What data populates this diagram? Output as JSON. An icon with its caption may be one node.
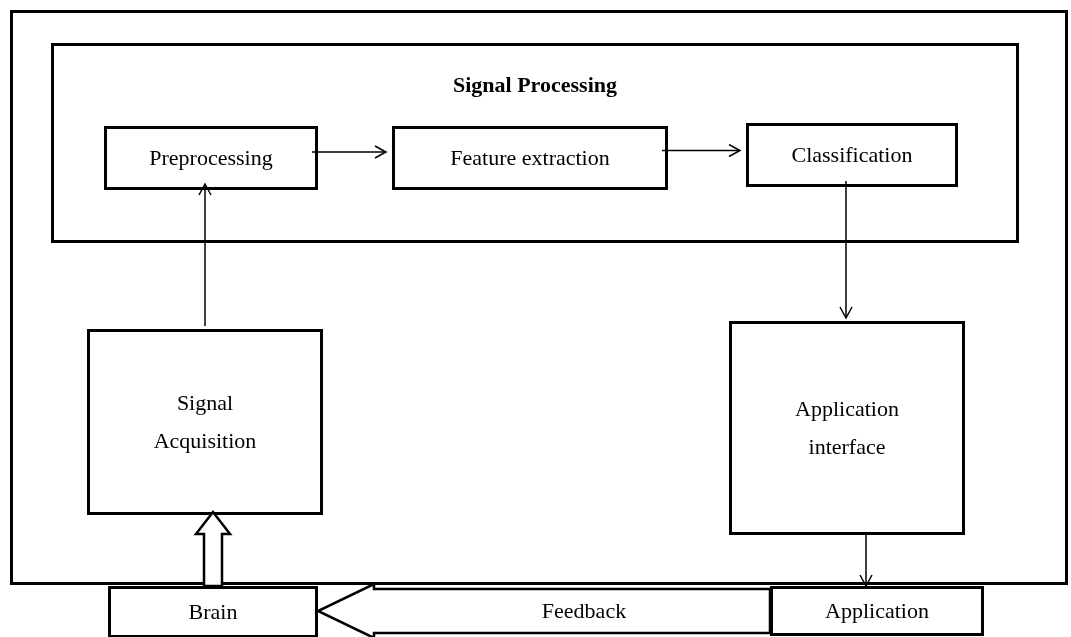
{
  "diagram": {
    "nodes": [
      {
        "text": [],
        "shape": "box"
      },
      {
        "text": [
          "Signal Processing"
        ],
        "in": 0
      },
      {
        "text": [
          "Preprocessing"
        ],
        "in": 1
      },
      {
        "text": [
          "Feature extraction"
        ],
        "in": 1
      },
      {
        "text": [
          "Classification"
        ],
        "in": 1
      },
      {
        "text": [
          "Signal Acquisition"
        ],
        "in": 0
      },
      {
        "text": [
          "Application interface"
        ],
        "in": 0
      },
      {
        "text": [
          "Brain"
        ]
      },
      {
        "text": [
          "Application"
        ]
      }
    ],
    "edges": [
      {
        "from": 5,
        "to": 2,
        "arrow": "to"
      },
      {
        "from": 2,
        "to": 3,
        "arrow": "to"
      },
      {
        "from": 3,
        "to": 4,
        "arrow": "to"
      },
      {
        "from": 4,
        "to": 6,
        "arrow": "to"
      },
      {
        "from": 6,
        "to": 8,
        "arrow": "to"
      },
      {
        "from": 7,
        "to": 5,
        "arrow": "to",
        "style": "thick"
      },
      {
        "from": 8,
        "to": 7,
        "arrow": "to",
        "style": "thick",
        "label": "Feedback"
      }
    ]
  }
}
